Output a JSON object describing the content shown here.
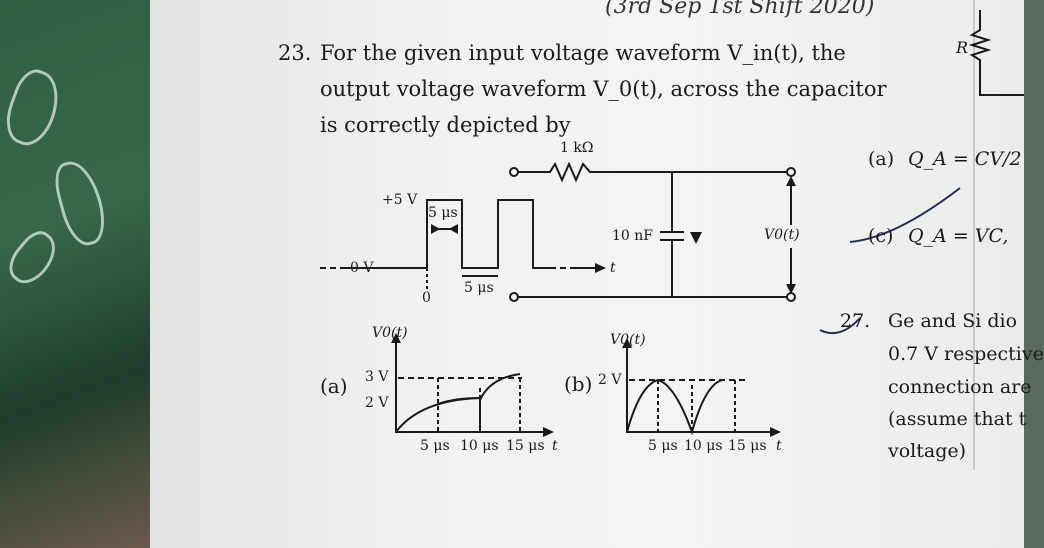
{
  "header": {
    "shift_note": "(3rd Sep 1st Shift 2020)"
  },
  "question": {
    "number": "23.",
    "lines": [
      "For the given input voltage waveform V_in(t), the",
      "output voltage waveform V_0(t), across the capacitor",
      "is correctly depicted by"
    ]
  },
  "circuit": {
    "input_high": "+5 V",
    "input_low": "0 V",
    "pulse_width": "5 μs",
    "gap_width": "5 μs",
    "origin": "0",
    "time_axis": "t",
    "resistor": "1 kΩ",
    "capacitor": "10 nF",
    "output": "V0(t)"
  },
  "options": [
    {
      "label": "(a)",
      "ylabel": "V0(t)",
      "yticks": [
        "3 V",
        "2 V"
      ],
      "xticks": [
        "5 μs",
        "10 μs",
        "15 μs"
      ],
      "xaxis": "t"
    },
    {
      "label": "(b)",
      "ylabel": "V0(t)",
      "yticks": [
        "2 V"
      ],
      "xticks": [
        "5 μs",
        "10 μs",
        "15 μs"
      ],
      "xaxis": "t"
    }
  ],
  "right_column": {
    "resistor_label": "R",
    "option_a": "(a)",
    "qa_a": "Q_A = CV/2",
    "option_c": "(c)",
    "qa_c": "Q_A = VC,",
    "next_number": "27.",
    "next_lines": [
      "Ge and Si dio",
      "0.7 V respective",
      "connection are",
      "(assume that t",
      "voltage)"
    ]
  }
}
